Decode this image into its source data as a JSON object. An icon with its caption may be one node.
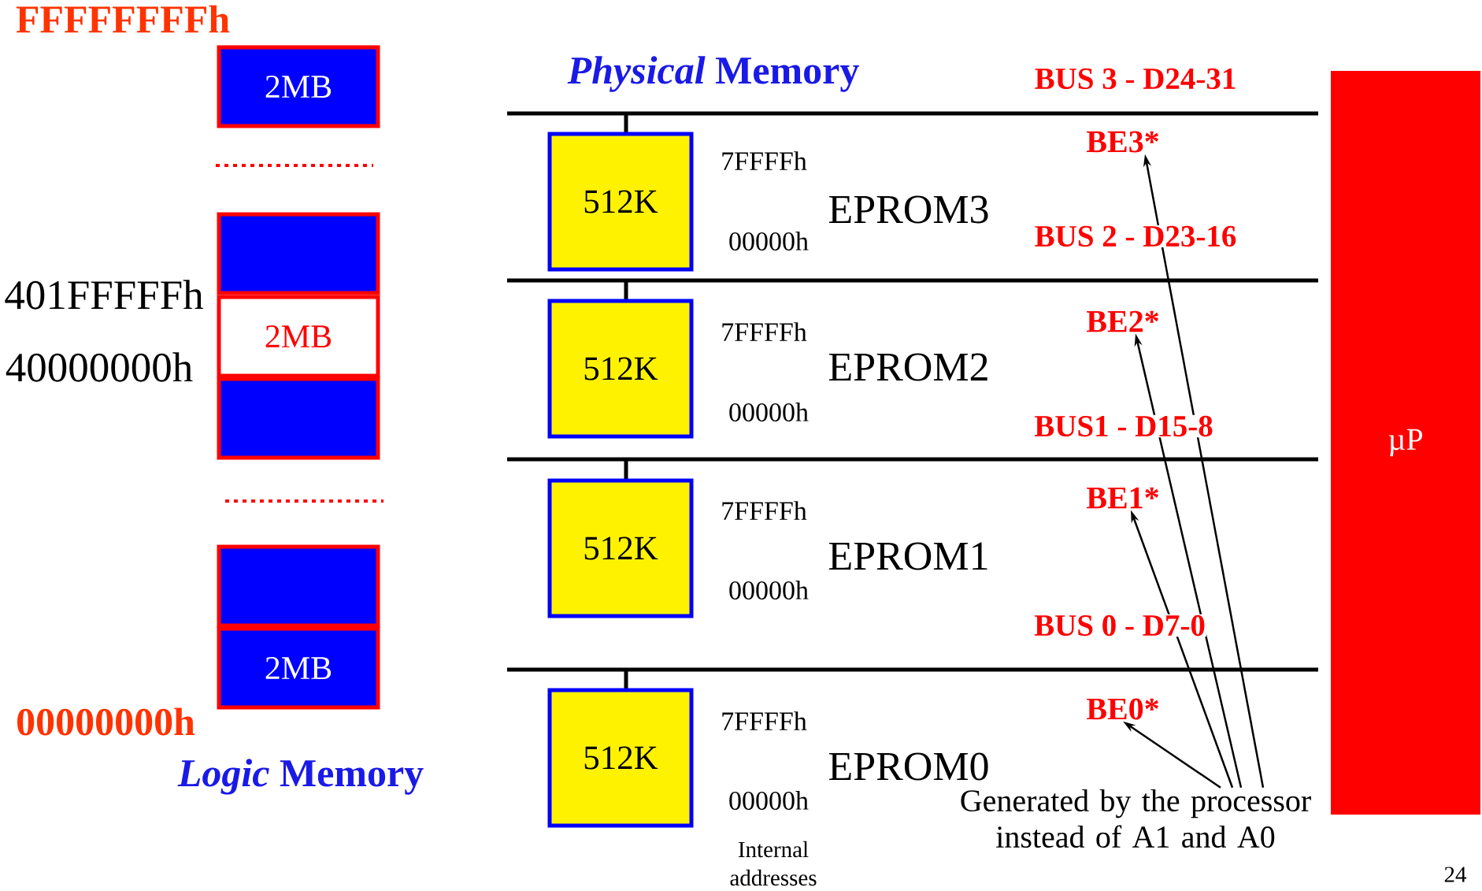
{
  "diagram": {
    "nodes": [
      {
        "text": [
          "2MB"
        ]
      },
      {
        "text": [],
        "shape": "box"
      },
      {
        "text": [
          "2MB"
        ]
      },
      {
        "text": [],
        "shape": "box"
      },
      {
        "text": [],
        "shape": "box"
      },
      {
        "text": [
          "2MB"
        ]
      },
      {
        "text": [
          "512K"
        ]
      },
      {
        "text": [
          "512K"
        ]
      },
      {
        "text": [
          "512K"
        ]
      },
      {
        "text": [
          "512K"
        ]
      },
      {
        "text": [
          "BE3*"
        ]
      },
      {
        "text": [
          "BE2*"
        ]
      },
      {
        "text": [
          "BE1*"
        ]
      },
      {
        "text": [
          "BE0*"
        ]
      },
      {
        "text": [
          "Generated by the processor instead of A1 and A0"
        ]
      },
      {
        "text": [
          "µP"
        ]
      }
    ],
    "edges": [
      {
        "from": 14,
        "to": 13,
        "arrow": "to"
      },
      {
        "from": 14,
        "to": 12,
        "arrow": "to"
      },
      {
        "from": 14,
        "to": 11,
        "arrow": "to"
      },
      {
        "from": 14,
        "to": 10,
        "arrow": "to"
      }
    ],
    "labels": [
      "FFFFFFFFh",
      "*Physical* Memory",
      "BUS 3 - D24-31",
      "7FFFFh",
      "EPROM3",
      "00000h",
      "BUS 2 - D23-16",
      "401FFFFFh",
      "40000000h",
      "7FFFFh",
      "EPROM2",
      "00000h",
      "BUS1 - D15-8",
      "7FFFFh",
      "EPROM1",
      "00000h",
      "BUS 0 - D7-0",
      "00000000h",
      "7FFFFh",
      "*Logic* Memory",
      "EPROM0",
      "00000h",
      "Internal addresses",
      "24"
    ]
  }
}
